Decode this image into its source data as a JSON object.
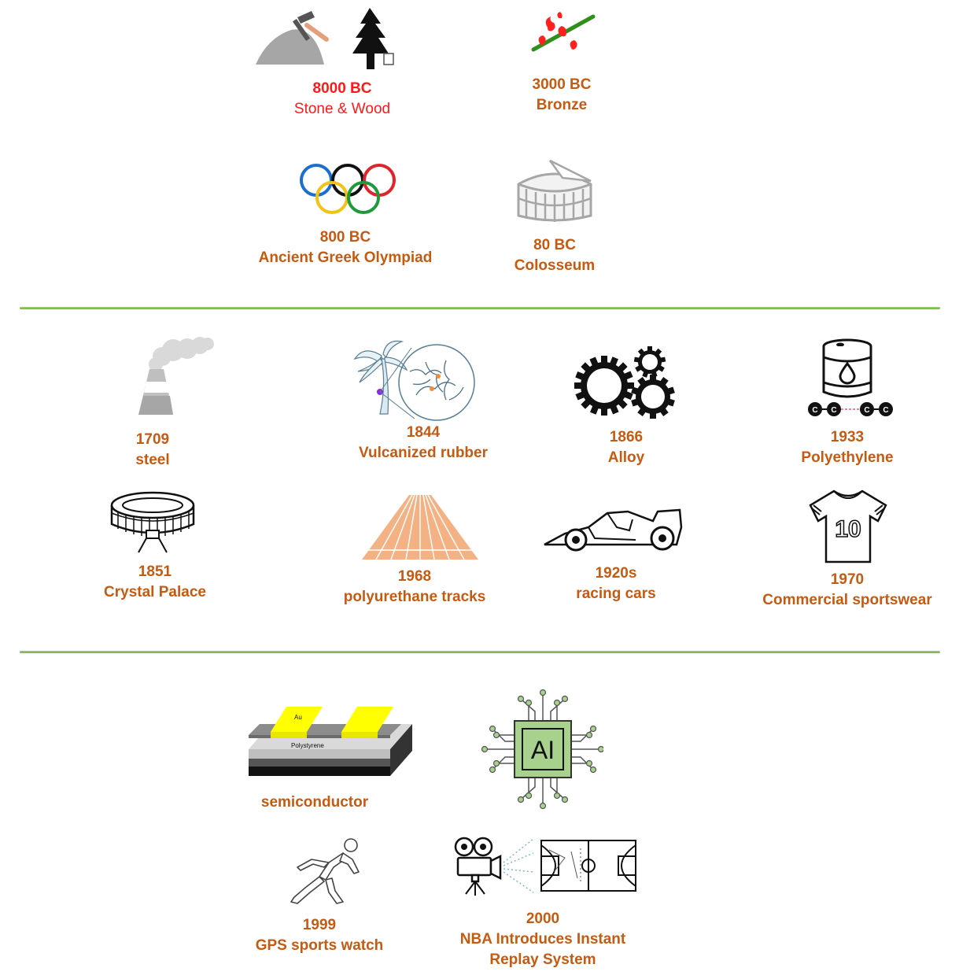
{
  "colors": {
    "label": "#c55a11",
    "highlight": "#ff1a1a",
    "divider": "#78bb50",
    "icon_gray": "#a6a6a6"
  },
  "sections": [
    {
      "items": [
        {
          "id": "stone-wood",
          "year": "8000 BC",
          "name": "Stone & Wood",
          "icon": "stone-hammer-tree-icon"
        },
        {
          "id": "bronze",
          "year": "3000 BC",
          "name": "Bronze",
          "icon": "bronze-branch-icon"
        },
        {
          "id": "olympiad",
          "year": "800 BC",
          "name": "Ancient Greek Olympiad",
          "icon": "olympic-rings-icon"
        },
        {
          "id": "colosseum",
          "year": "80 BC",
          "name": "Colosseum",
          "icon": "colosseum-icon"
        }
      ]
    },
    {
      "items": [
        {
          "id": "steel",
          "year": "1709",
          "name": "steel",
          "icon": "factory-chimney-icon"
        },
        {
          "id": "rubber",
          "year": "1844",
          "name": "Vulcanized rubber",
          "icon": "rubber-tree-molecule-icon"
        },
        {
          "id": "alloy",
          "year": "1866",
          "name": "Alloy",
          "icon": "gears-icon"
        },
        {
          "id": "polyethylene",
          "year": "1933",
          "name": "Polyethylene",
          "icon": "oil-barrel-icon"
        },
        {
          "id": "crystal-palace",
          "year": "1851",
          "name": "Crystal Palace",
          "icon": "stadium-icon"
        },
        {
          "id": "tracks",
          "year": "1968",
          "name": "polyurethane  tracks",
          "icon": "running-track-icon"
        },
        {
          "id": "racing",
          "year": "1920s",
          "name": "racing cars",
          "icon": "racing-car-icon"
        },
        {
          "id": "sportswear",
          "year": "1970",
          "name": "Commercial sportswear",
          "icon": "jersey-icon"
        }
      ]
    },
    {
      "items": [
        {
          "id": "semiconductor",
          "year": "",
          "name": "semiconductor",
          "icon": "semiconductor-layers-icon"
        },
        {
          "id": "ai",
          "year": "",
          "name": "",
          "icon": "ai-chip-icon"
        },
        {
          "id": "gps",
          "year": "1999",
          "name": "GPS sports watch",
          "icon": "runner-icon"
        },
        {
          "id": "replay",
          "year": "2000",
          "name": "NBA Introduces Instant Replay System",
          "name_line1": "NBA Introduces Instant",
          "name_line2": "Replay System",
          "icon": "camera-court-icon"
        }
      ]
    }
  ],
  "icon_text": {
    "gold_label": "Au",
    "substrate_label": "Polystyrene",
    "chip_label": "AI",
    "jersey_number": "10",
    "carbon": "C"
  }
}
